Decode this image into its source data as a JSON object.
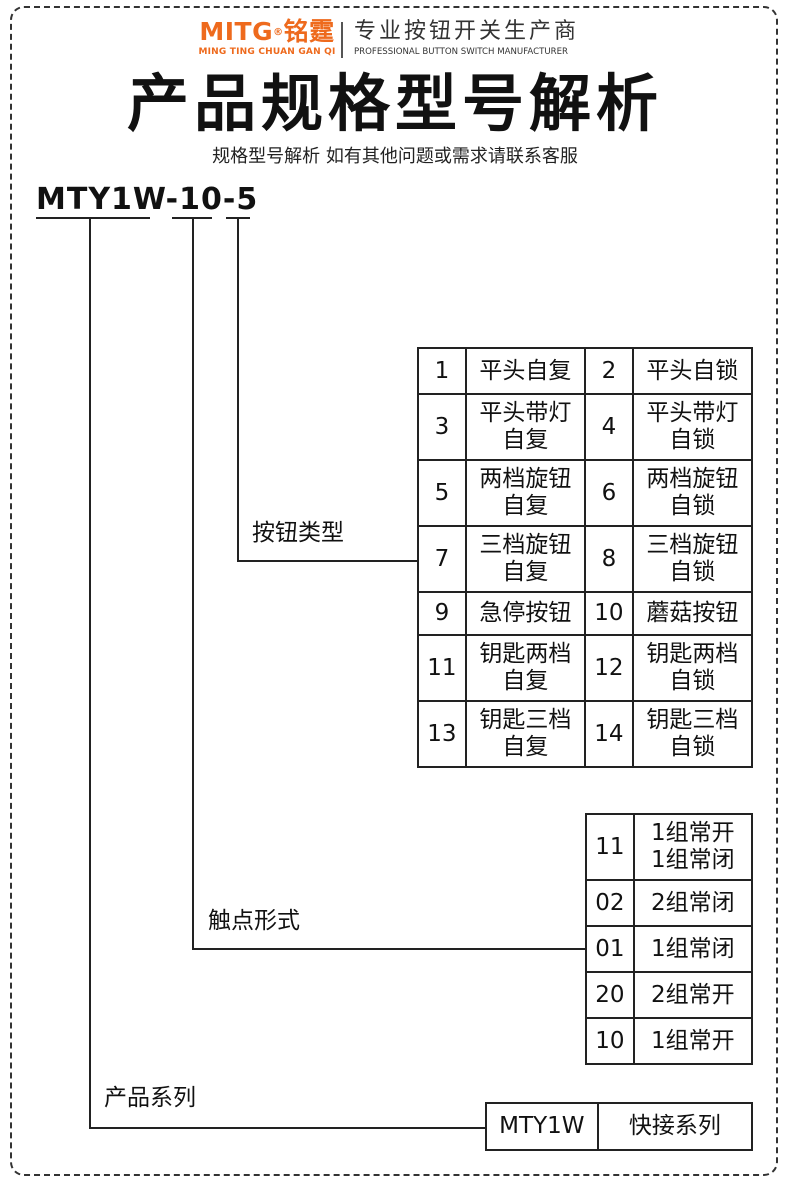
{
  "brand": {
    "logo": "MITG",
    "registered": "®",
    "name_cn": "铭霆",
    "pinyin": "MING TING CHUAN GAN QI",
    "slogan": "专业按钮开关生产商",
    "slogan_en": "PROFESSIONAL BUTTON SWITCH MANUFACTURER",
    "color": "#ee6a1d"
  },
  "title": "产品规格型号解析",
  "subtitle": "规格型号解析 如有其他问题或需求请联系客服",
  "model": {
    "series": "MTY1W",
    "dash1": "-",
    "contact": "10",
    "dash2": "-",
    "type": "5"
  },
  "button_type": {
    "label": "按钮类型",
    "rows": [
      [
        {
          "code": "1",
          "name": [
            "平头自复"
          ]
        },
        {
          "code": "2",
          "name": [
            "平头自锁"
          ]
        }
      ],
      [
        {
          "code": "3",
          "name": [
            "平头带灯",
            "自复"
          ]
        },
        {
          "code": "4",
          "name": [
            "平头带灯",
            "自锁"
          ]
        }
      ],
      [
        {
          "code": "5",
          "name": [
            "两档旋钮",
            "自复"
          ]
        },
        {
          "code": "6",
          "name": [
            "两档旋钮",
            "自锁"
          ]
        }
      ],
      [
        {
          "code": "7",
          "name": [
            "三档旋钮",
            "自复"
          ]
        },
        {
          "code": "8",
          "name": [
            "三档旋钮",
            "自锁"
          ]
        }
      ],
      [
        {
          "code": "9",
          "name": [
            "急停按钮"
          ]
        },
        {
          "code": "10",
          "name": [
            "蘑菇按钮"
          ]
        }
      ],
      [
        {
          "code": "11",
          "name": [
            "钥匙两档",
            "自复"
          ]
        },
        {
          "code": "12",
          "name": [
            "钥匙两档",
            "自锁"
          ]
        }
      ],
      [
        {
          "code": "13",
          "name": [
            "钥匙三档",
            "自复"
          ]
        },
        {
          "code": "14",
          "name": [
            "钥匙三档",
            "自锁"
          ]
        }
      ]
    ]
  },
  "contact_form": {
    "label": "触点形式",
    "rows": [
      {
        "code": "11",
        "name": [
          "1组常开",
          "1组常闭"
        ]
      },
      {
        "code": "02",
        "name": [
          "2组常闭"
        ]
      },
      {
        "code": "01",
        "name": [
          "1组常闭"
        ]
      },
      {
        "code": "20",
        "name": [
          "2组常开"
        ]
      },
      {
        "code": "10",
        "name": [
          "1组常开"
        ]
      }
    ]
  },
  "series": {
    "label": "产品系列",
    "code": "MTY1W",
    "name": "快接系列"
  }
}
